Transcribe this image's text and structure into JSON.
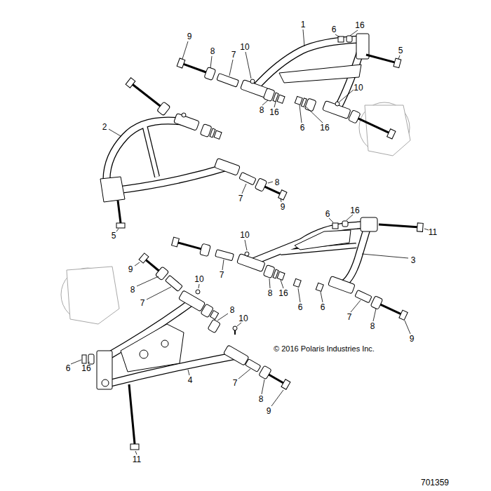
{
  "diagram": {
    "labels": [
      "1",
      "6",
      "16",
      "9",
      "8",
      "7",
      "10",
      "5",
      "10",
      "8",
      "16",
      "6",
      "16",
      "2",
      "8",
      "7",
      "9",
      "5",
      "6",
      "16",
      "11",
      "10",
      "7",
      "8",
      "16",
      "6",
      "6",
      "3",
      "7",
      "8",
      "9",
      "9",
      "10",
      "8",
      "7",
      "8",
      "10",
      "© 2016 Polaris Industries Inc.",
      "6",
      "16",
      "4",
      "7",
      "8",
      "9",
      "11",
      "701359"
    ]
  }
}
